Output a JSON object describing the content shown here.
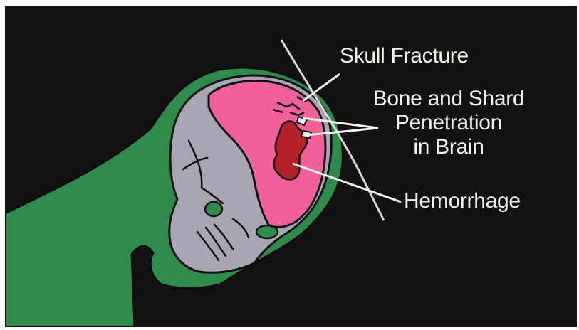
{
  "labels": {
    "skull_fracture": "Skull Fracture",
    "bone_shard": {
      "line1": "Bone and Shard",
      "line2": "Penetration",
      "line3": "in Brain"
    },
    "hemorrhage": "Hemorrhage"
  },
  "colors": {
    "background": "#121212",
    "body": "#2e8b4b",
    "skull": "#a9a6b4",
    "brain": "#f0609a",
    "hemorrhage": "#b5202a",
    "outline": "#111111",
    "text_and_lines": "#f4f0ea"
  }
}
